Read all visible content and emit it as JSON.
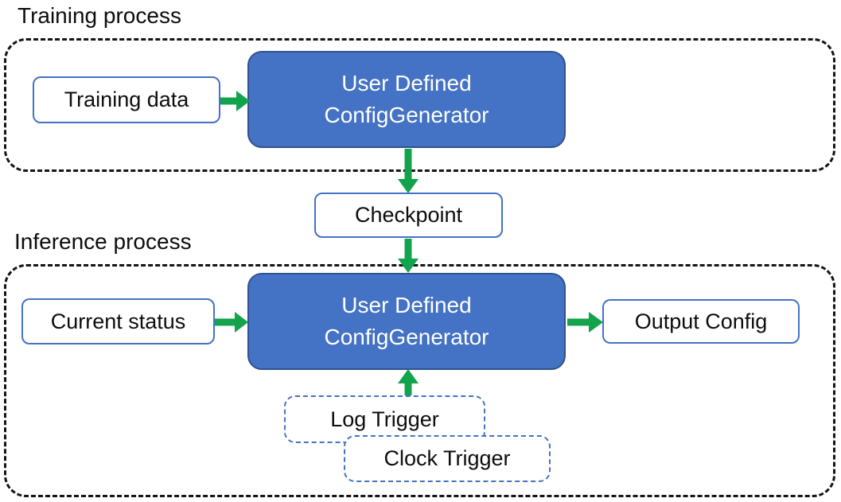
{
  "diagram": {
    "training": {
      "section_label": "Training process",
      "input_box": "Training data",
      "generator_box": "User Defined\nConfigGenerator"
    },
    "checkpoint": {
      "label": "Checkpoint"
    },
    "inference": {
      "section_label": "Inference process",
      "input_box": "Current status",
      "generator_box": "User Defined\nConfigGenerator",
      "output_box": "Output Config",
      "log_trigger_box": "Log Trigger",
      "clock_trigger_box": "Clock Trigger"
    },
    "edges": [
      {
        "from": "Training data",
        "to": "User Defined ConfigGenerator (training)"
      },
      {
        "from": "User Defined ConfigGenerator (training)",
        "to": "Checkpoint"
      },
      {
        "from": "Checkpoint",
        "to": "User Defined ConfigGenerator (inference)"
      },
      {
        "from": "Current status",
        "to": "User Defined ConfigGenerator (inference)"
      },
      {
        "from": "User Defined ConfigGenerator (inference)",
        "to": "Output Config"
      },
      {
        "from": "Log Trigger / Clock Trigger",
        "to": "User Defined ConfigGenerator (inference)"
      }
    ],
    "colors": {
      "generator_fill": "#4472C4",
      "generator_border": "#2F528F",
      "light_box_border": "#4472C4",
      "trigger_dashed_border": "#4472C4",
      "container_dashed_border": "#141414",
      "arrow_green": "#12A34C",
      "text_dark": "#0d0d0d",
      "text_light": "#ffffff"
    }
  }
}
